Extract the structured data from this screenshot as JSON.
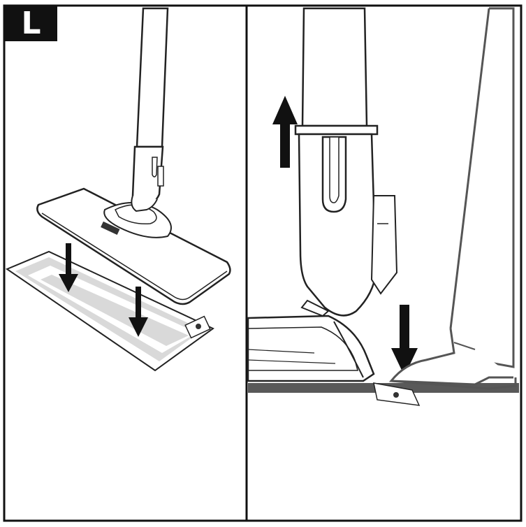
{
  "step_label": "L",
  "panels": [
    {
      "id": "left",
      "illustration": "attach-cleaning-pad-to-mop-head"
    },
    {
      "id": "right",
      "illustration": "step-on-pad-and-lift-mop"
    }
  ],
  "icons": [
    "down-arrow-icon",
    "up-arrow-icon",
    "foot-icon",
    "mop-icon",
    "cleaning-pad-icon"
  ],
  "colors": {
    "ink": "#111111",
    "pad_fill": "#d9d9d9",
    "floor": "#595959",
    "outline": "#222222"
  }
}
